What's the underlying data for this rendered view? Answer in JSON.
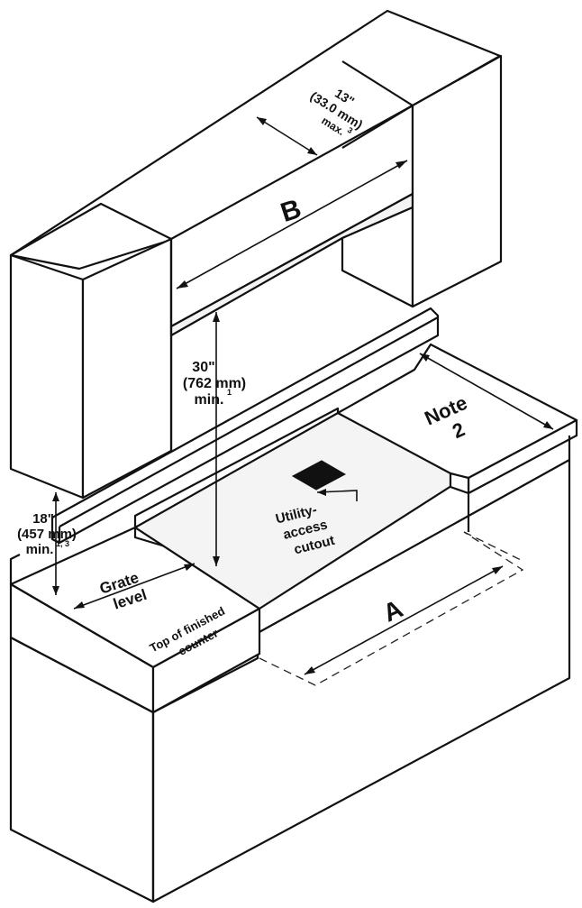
{
  "labels": {
    "dim_13_line1": "13\"",
    "dim_13_line2": "(33.0 mm)",
    "dim_13_line3": "max.",
    "dim_13_sup": "3",
    "letter_b": "B",
    "dim_30_line1": "30\"",
    "dim_30_line2": "(762 mm)",
    "dim_30_line3": "min.",
    "dim_30_sup": "1",
    "note_line1": "Note",
    "note_line2": "2",
    "utility_line1": "Utility-",
    "utility_line2": "access",
    "utility_line3": "cutout",
    "dim_18_line1": "18\"",
    "dim_18_line2": "(457 mm)",
    "dim_18_line3": "min.",
    "dim_18_sup": "1, 3",
    "grate_line1": "Grate",
    "grate_line2": "level",
    "counter_line1": "Top of finished",
    "counter_line2": "counter",
    "letter_a": "A"
  }
}
